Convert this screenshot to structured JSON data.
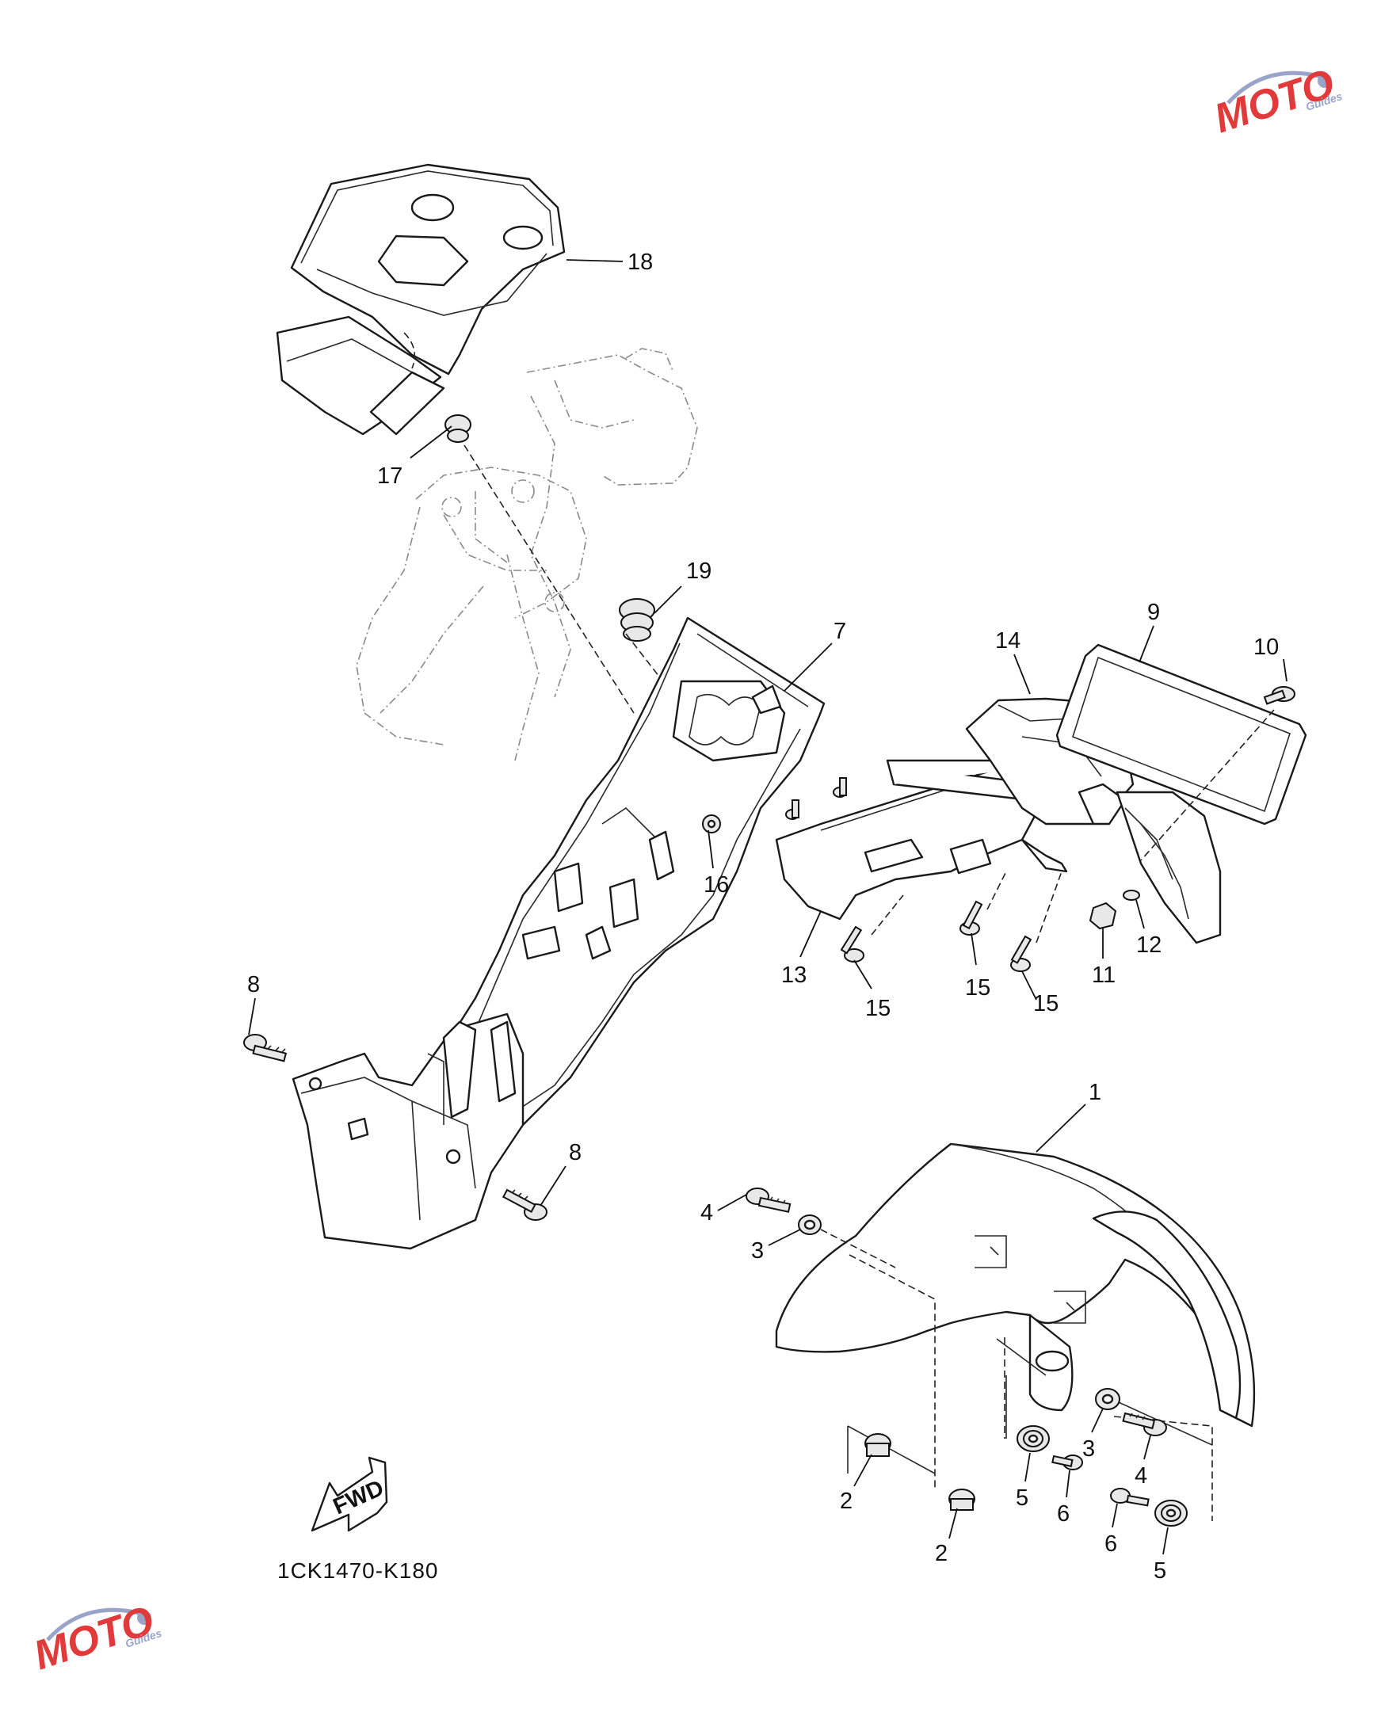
{
  "diagram_code": "1CK1470-K180",
  "fwd_label": "FWD",
  "watermark": {
    "brand": "MOTO",
    "sub": "Guides",
    "color": "#e03a3a",
    "accent": "#9aa4c8"
  },
  "callouts": {
    "p1": "1",
    "p2a": "2",
    "p2b": "2",
    "p3a": "3",
    "p3b": "3",
    "p4a": "4",
    "p4b": "4",
    "p5a": "5",
    "p5b": "5",
    "p6a": "6",
    "p6b": "6",
    "p7": "7",
    "p8a": "8",
    "p8b": "8",
    "p9": "9",
    "p10": "10",
    "p11": "11",
    "p12": "12",
    "p13": "13",
    "p14": "14",
    "p15a": "15",
    "p15b": "15",
    "p15c": "15",
    "p16": "16",
    "p17": "17",
    "p18": "18",
    "p19": "19"
  }
}
